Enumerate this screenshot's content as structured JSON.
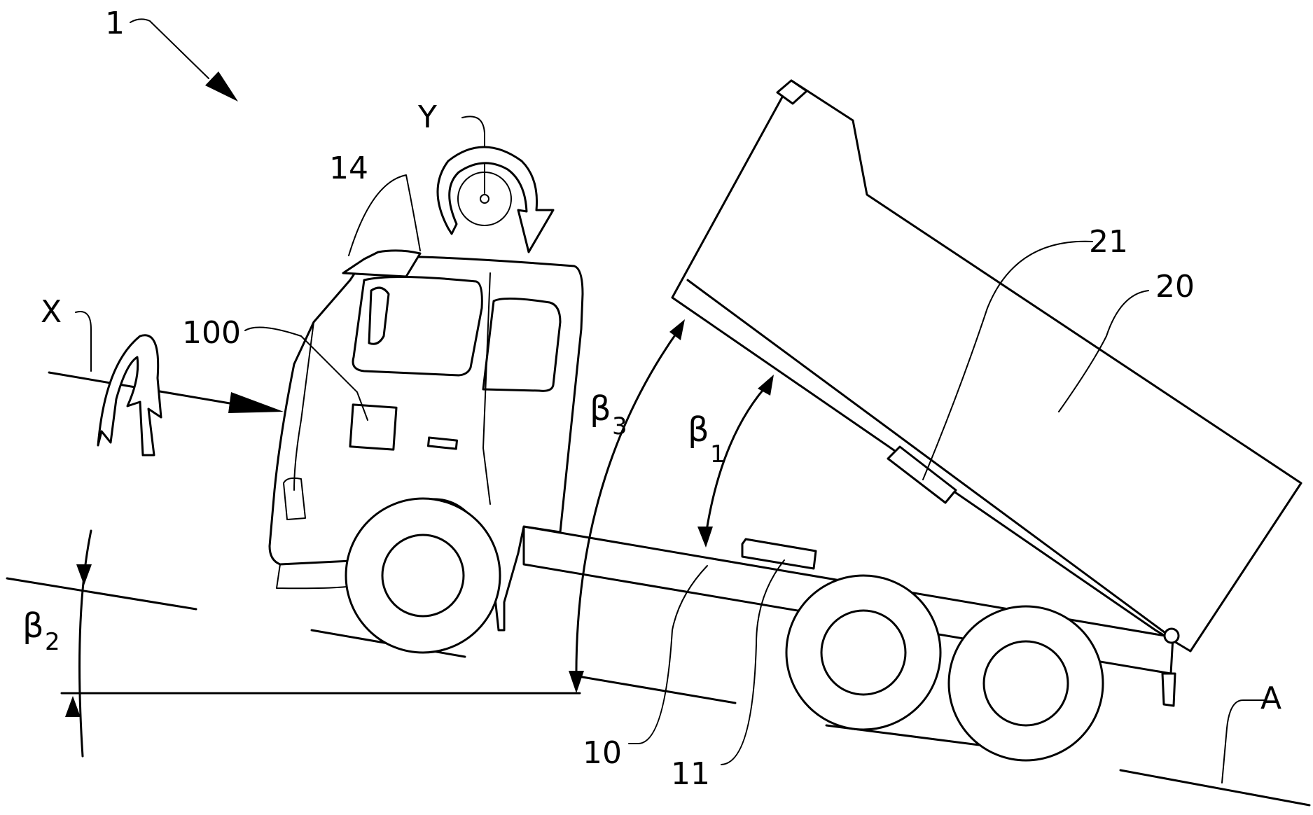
{
  "figure": {
    "labels": {
      "assembly": "1",
      "cab": "14",
      "sensor": "100",
      "chassis": "10",
      "sensor_unit": "11",
      "body": "20",
      "body_sensor": "21",
      "ground": "A",
      "axis_x": "X",
      "axis_y": "Y"
    },
    "angles": {
      "beta1": {
        "symbol": "β",
        "subscript": "1"
      },
      "beta2": {
        "symbol": "β",
        "subscript": "2"
      },
      "beta3": {
        "symbol": "β",
        "subscript": "3"
      }
    }
  }
}
